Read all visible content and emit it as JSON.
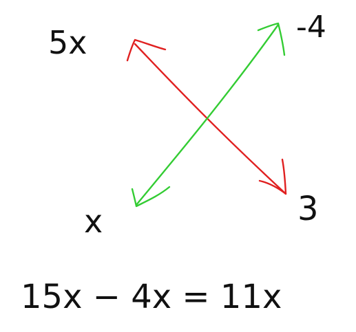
{
  "labels": {
    "top_left": "5x",
    "top_right": "-4",
    "bottom_left": "x",
    "bottom_right": "3",
    "equation": "15x − 4x = 11x"
  },
  "arrows": {
    "red_diagonal": {
      "from": "5x",
      "to": "3",
      "color": "#e02020"
    },
    "green_diagonal": {
      "from": "x",
      "to": "-4",
      "color": "#33cc33"
    }
  },
  "colors": {
    "ink": "#111111",
    "background": "#ffffff"
  }
}
